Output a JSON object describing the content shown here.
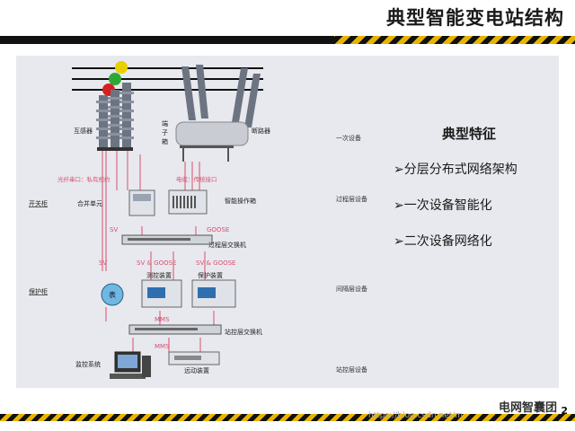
{
  "slide": {
    "title": "典型智能变电站结构",
    "page_number": "2",
    "watermark": "电网智囊团",
    "url": "https://blog.csdn.net/m"
  },
  "features": {
    "heading": "典型特征",
    "items": [
      "➢分层分布式网络架构",
      "➢一次设备智能化",
      "➢二次设备网络化"
    ]
  },
  "layers": [
    "一次设备",
    "过程层设备",
    "间隔层设备",
    "站控层设备"
  ],
  "cabinets": [
    "开关柜",
    "保护柜"
  ],
  "devices": {
    "transformer": "互感器",
    "terminal_box": [
      "端",
      "子",
      "箱"
    ],
    "breaker": "断路器",
    "fiber_port": "光纤串口：私有规约",
    "electric_port": "电缆：传统接口",
    "merging_unit": "合并单元",
    "smart_op_box": "智能操作箱",
    "process_switch": "过程层交换机",
    "meter": "表",
    "measure_ctrl": "测控装置",
    "protection": "保护装置",
    "station_switch": "站控层交换机",
    "monitor": "监控系统",
    "telecontrol": "远动装置"
  },
  "links": {
    "sv": "SV",
    "goose": "GOOSE",
    "sv_goose": "SV & GOOSE",
    "mms": "MMS"
  },
  "colors": {
    "panel": "#e7e9ee",
    "fiber": "#d9506f",
    "hazard_yellow": "#e8b400",
    "insulator": "#6c7482"
  }
}
